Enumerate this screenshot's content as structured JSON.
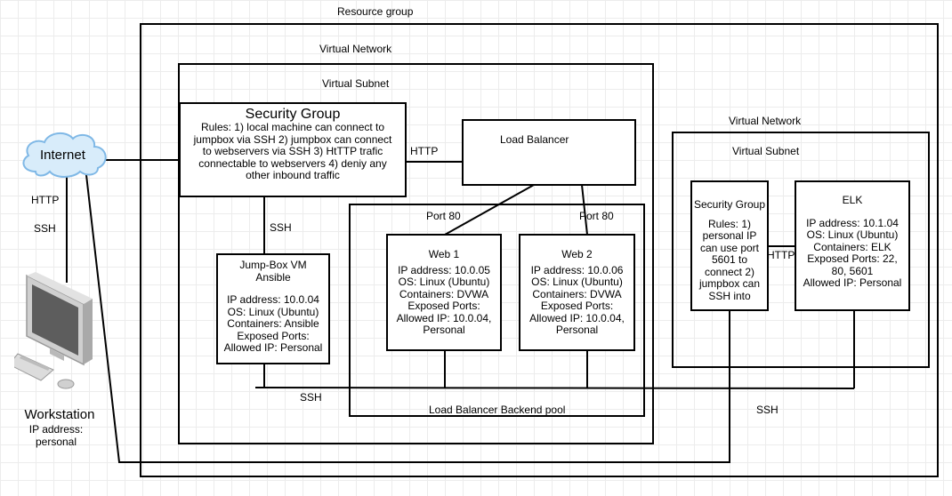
{
  "resource_group": {
    "label": "Resource group"
  },
  "vnet1": {
    "label": "Virtual Network",
    "subnet_label": "Virtual Subnet"
  },
  "vnet2": {
    "label": "Virtual Network",
    "subnet_label": "Virtual Subnet"
  },
  "security_group_1": {
    "title": "Security Group",
    "lines": [
      "Rules: 1) local machine can connect to",
      "jumpbox via SSH 2) jumpbox can connect",
      "to webservers via SSH 3) HtTTP trafic",
      "connectable to webservers 4) deniy any",
      "other inbound traffic"
    ]
  },
  "load_balancer": {
    "label": "Load Balancer"
  },
  "backend_pool": {
    "label": "Load Balancer Backend pool",
    "port_left": "Port 80",
    "port_right": "Port 80"
  },
  "jumpbox": {
    "title": "Jump-Box VM",
    "subtitle": "Ansible",
    "lines": [
      "IP address: 10.0.04",
      "OS: Linux (Ubuntu)",
      "Containers: Ansible",
      "Exposed Ports:",
      "Allowed IP: Personal"
    ]
  },
  "web1": {
    "title": "Web 1",
    "lines": [
      "IP address: 10.0.05",
      "OS: Linux (Ubuntu)",
      "Containers: DVWA",
      "Exposed Ports:",
      "Allowed IP: 10.0.04,",
      "Personal"
    ]
  },
  "web2": {
    "title": "Web 2",
    "lines": [
      "IP address: 10.0.06",
      "OS: Linux (Ubuntu)",
      "Containers: DVWA",
      "Exposed Ports:",
      "Allowed IP: 10.0.04,",
      "Personal"
    ]
  },
  "security_group_2": {
    "title": "Security Group",
    "lines": [
      "Rules: 1)",
      "personal IP",
      "can use port",
      "5601 to",
      "connect 2)",
      "jumpbox can",
      "SSH into"
    ]
  },
  "elk": {
    "title": "ELK",
    "lines": [
      "IP address: 10.1.04",
      "OS: Linux (Ubuntu)",
      "Containers: ELK",
      "Exposed Ports: 22,",
      "80, 5601",
      "Allowed IP: Personal"
    ]
  },
  "internet": {
    "label": "Internet"
  },
  "workstation": {
    "label": "Workstation",
    "lines": [
      "IP address:",
      "personal"
    ]
  },
  "edges": {
    "http_internet_sg": "HTTP",
    "ssh_sg_jumpbox": "SSH",
    "http_ws": "HTTP",
    "ssh_ws": "SSH",
    "ssh_bottom": "SSH",
    "ssh_bottom_right": "SSH",
    "http_elk": "HTTP"
  },
  "colors": {
    "cloud_fill": "#d8ecfa",
    "cloud_stroke": "#7fb8e6",
    "monitor_frame": "#c9c9c9",
    "screen": "#5d5d5d",
    "line": "#000000"
  }
}
